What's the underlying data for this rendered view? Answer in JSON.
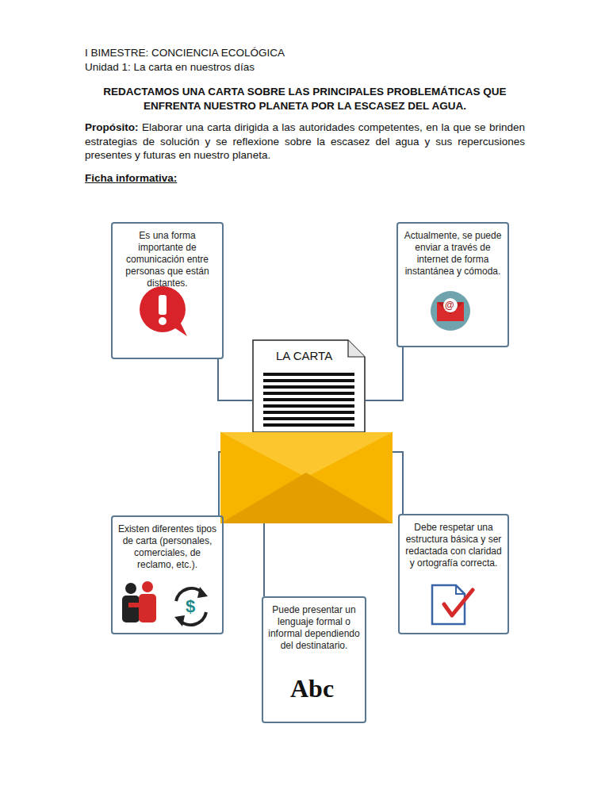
{
  "diagram": {
    "title": "REDACTAMOS UNA CARTA SOBRE LAS PRINCIPALES PROBLEMÁTICAS QUE ENFRENTA NUESTRO PLANETA POR LA ESCASEZ DEL AGUA.",
    "nodes": [
      {
        "text": [
          "Es una forma importante de comunicación entre personas que están distantes."
        ]
      },
      {
        "text": [
          "Actualmente, se puede enviar a través de internet de forma instantánea y cómoda."
        ]
      },
      {
        "text": [
          "LA CARTA"
        ]
      },
      {
        "text": [
          "Existen diferentes tipos de carta (personales, comerciales, de reclamo, etc.)."
        ]
      },
      {
        "text": [
          "Debe respetar una estructura básica y ser redactada con claridad y ortografía correcta."
        ]
      },
      {
        "text": [
          "Puede presentar un lenguaje formal o informal dependiendo del destinatario."
        ]
      }
    ],
    "edges": [
      {
        "from": 2,
        "to": 0,
        "arrow": "none"
      },
      {
        "from": 2,
        "to": 1,
        "arrow": "none"
      },
      {
        "from": 2,
        "to": 3,
        "arrow": "none"
      },
      {
        "from": 2,
        "to": 4,
        "arrow": "none"
      },
      {
        "from": 2,
        "to": 5,
        "arrow": "none"
      }
    ],
    "labels": [
      "I BIMESTRE: CONCIENCIA ECOLÓGICA",
      "Unidad 1: La carta en nuestros días",
      "Propósito:",
      "Elaborar una carta dirigida a las autoridades competentes, en la que se brinden estrategias de solución y se reflexione sobre la escasez del agua y sus repercusiones presentes y futuras en nuestro planeta.",
      "Ficha informativa:",
      "@",
      "$",
      "Abc"
    ]
  }
}
